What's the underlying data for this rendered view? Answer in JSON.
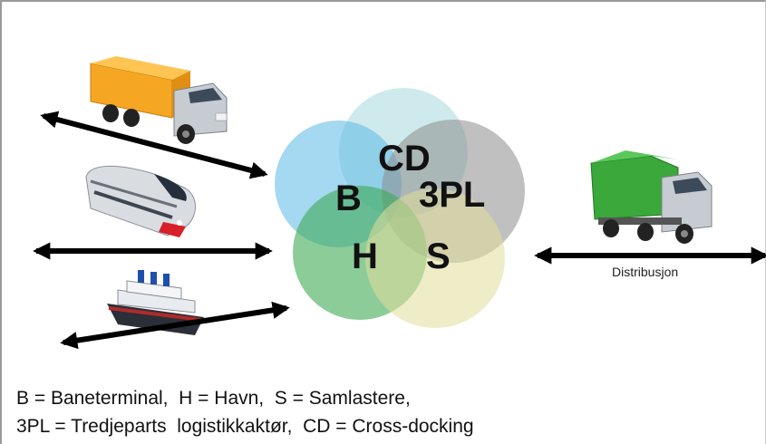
{
  "circles": [
    {
      "key": "cd",
      "label": "CD",
      "color": "#a8d8dc"
    },
    {
      "key": "b",
      "label": "B",
      "color": "#5bb8e6"
    },
    {
      "key": "3pl",
      "label": "3PL",
      "color": "#8c8c8c"
    },
    {
      "key": "h",
      "label": "H",
      "color": "#3faa55"
    },
    {
      "key": "s",
      "label": "S",
      "color": "#e2dc9a"
    }
  ],
  "distribution_label": "Distribusjon",
  "vehicles": [
    "truck-icon",
    "train-icon",
    "ship-icon",
    "green-truck-icon"
  ],
  "legend": {
    "line1": "B = Baneterminal,  H = Havn,  S = Samlastere,",
    "line2": "3PL = Tredjeparts  logistikkaktør,  CD = Cross-docking"
  }
}
